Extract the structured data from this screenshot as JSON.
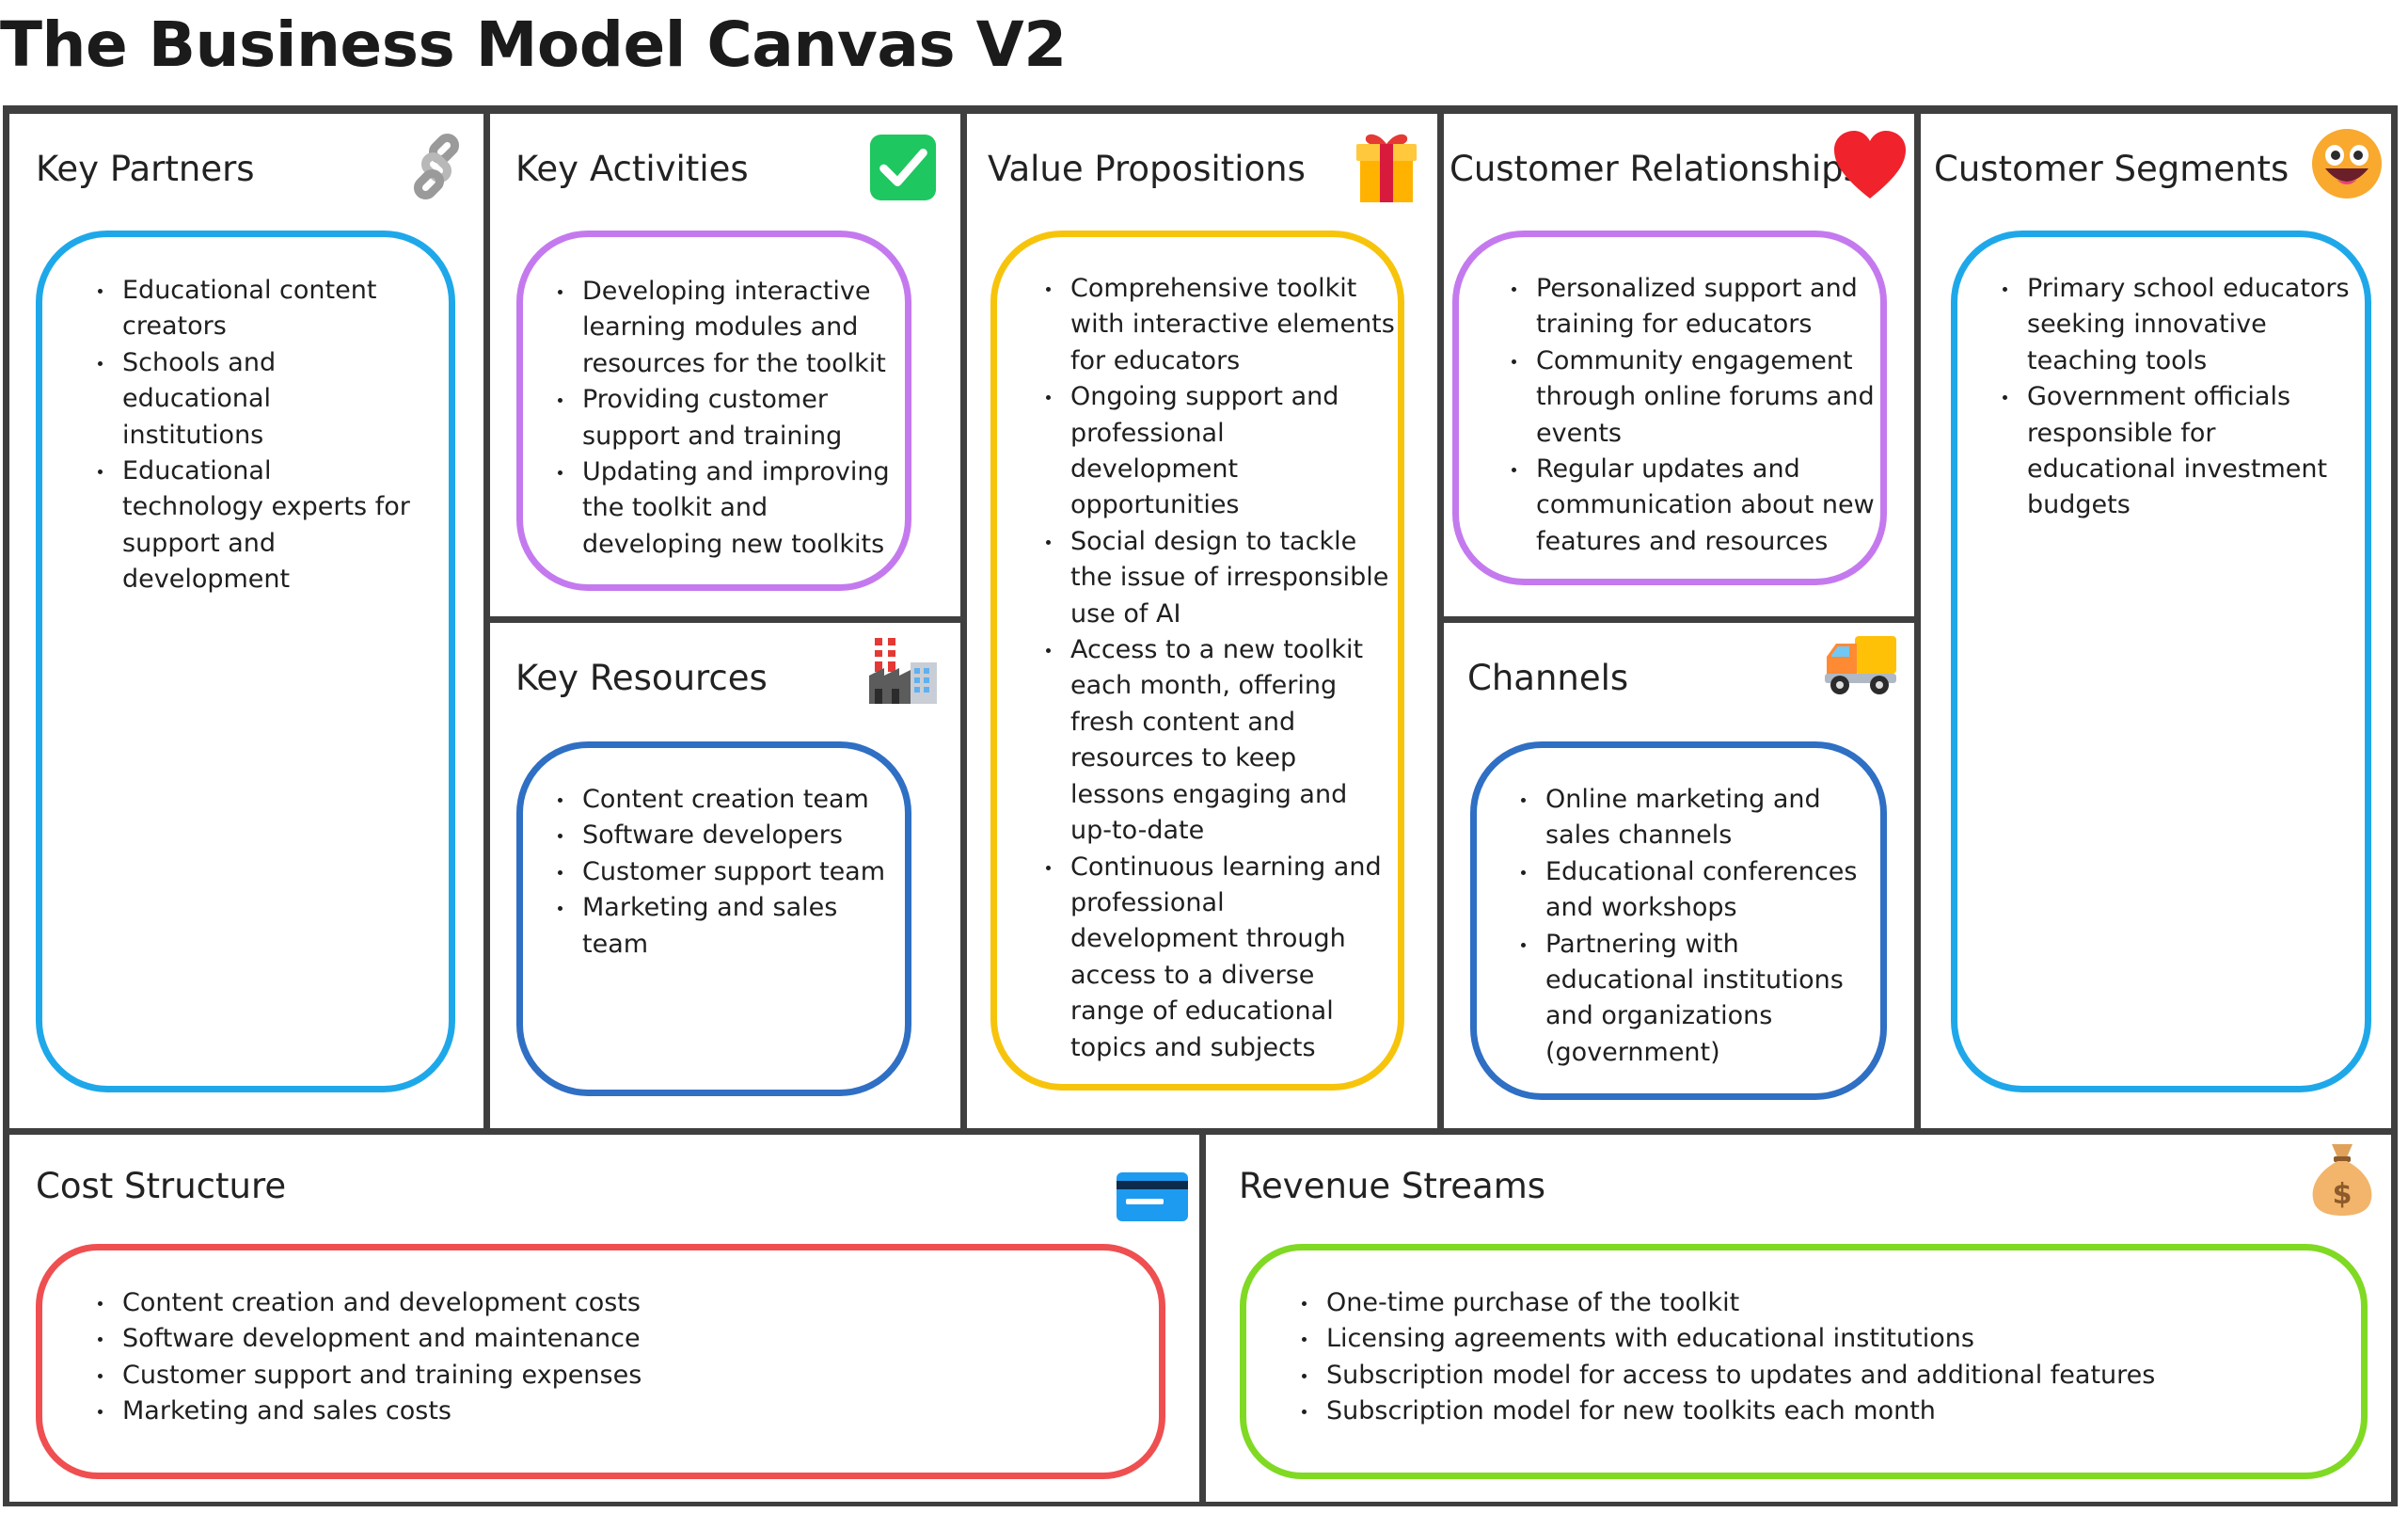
{
  "page": {
    "title": "The Business Model Canvas V2"
  },
  "colors": {
    "frame": "#3f3f3f",
    "sky_blue": "#1ea8ea",
    "purple": "#c47aee",
    "royal_blue": "#2f6fc4",
    "yellow": "#f7c40c",
    "red": "#ef4f50",
    "green": "#80d923"
  },
  "blocks": {
    "key_partners": {
      "title": "Key Partners",
      "icon": "link-icon",
      "border_color": "#1ea8ea",
      "items": [
        "Educational content creators",
        "Schools and educational institutions",
        "Educational technology experts for support and development"
      ]
    },
    "key_activities": {
      "title": "Key Activities",
      "icon": "check-mark-icon",
      "border_color": "#c47aee",
      "items": [
        "Developing interactive learning modules and resources for the toolkit",
        "Providing customer support and training",
        "Updating and improving the toolkit and developing new toolkits"
      ]
    },
    "key_resources": {
      "title": "Key Resources",
      "icon": "factory-icon",
      "border_color": "#2f6fc4",
      "items": [
        "Content creation team",
        "Software developers",
        "Customer support team",
        "Marketing and sales team"
      ]
    },
    "value_propositions": {
      "title": "Value Propositions",
      "icon": "gift-icon",
      "border_color": "#f7c40c",
      "items": [
        "Comprehensive toolkit with interactive elements for educators",
        "Ongoing support and professional development opportunities",
        "Social design to tackle the issue of irresponsible use of AI",
        "Access to a new toolkit each month, offering fresh content and resources to keep lessons engaging and up-to-date",
        "Continuous learning and professional development through access to a diverse range of educational topics and subjects"
      ]
    },
    "customer_relationships": {
      "title": "Customer Relationships",
      "icon": "heart-icon",
      "border_color": "#c47aee",
      "items": [
        "Personalized support and training for educators",
        "Community engagement through online forums and events",
        "Regular updates and communication about new features and resources"
      ]
    },
    "channels": {
      "title": "Channels",
      "icon": "delivery-truck-icon",
      "border_color": "#2f6fc4",
      "items": [
        "Online marketing and sales channels",
        "Educational conferences and workshops",
        "Partnering with educational institutions and organizations (government)"
      ]
    },
    "customer_segments": {
      "title": "Customer Segments",
      "icon": "grinning-face-icon",
      "border_color": "#1ea8ea",
      "items": [
        "Primary school educators seeking innovative teaching tools",
        "Government officials responsible for educational investment budgets"
      ]
    },
    "cost_structure": {
      "title": "Cost Structure",
      "icon": "credit-card-icon",
      "border_color": "#ef4f50",
      "items": [
        "Content creation and development costs",
        "Software development and maintenance",
        "Customer support and training expenses",
        "Marketing and sales costs"
      ]
    },
    "revenue_streams": {
      "title": "Revenue Streams",
      "icon": "money-bag-icon",
      "border_color": "#80d923",
      "items": [
        "One-time purchase of the toolkit",
        "Licensing agreements with educational institutions",
        "Subscription model for access to updates and additional features",
        "Subscription model for new toolkits each month"
      ]
    }
  }
}
